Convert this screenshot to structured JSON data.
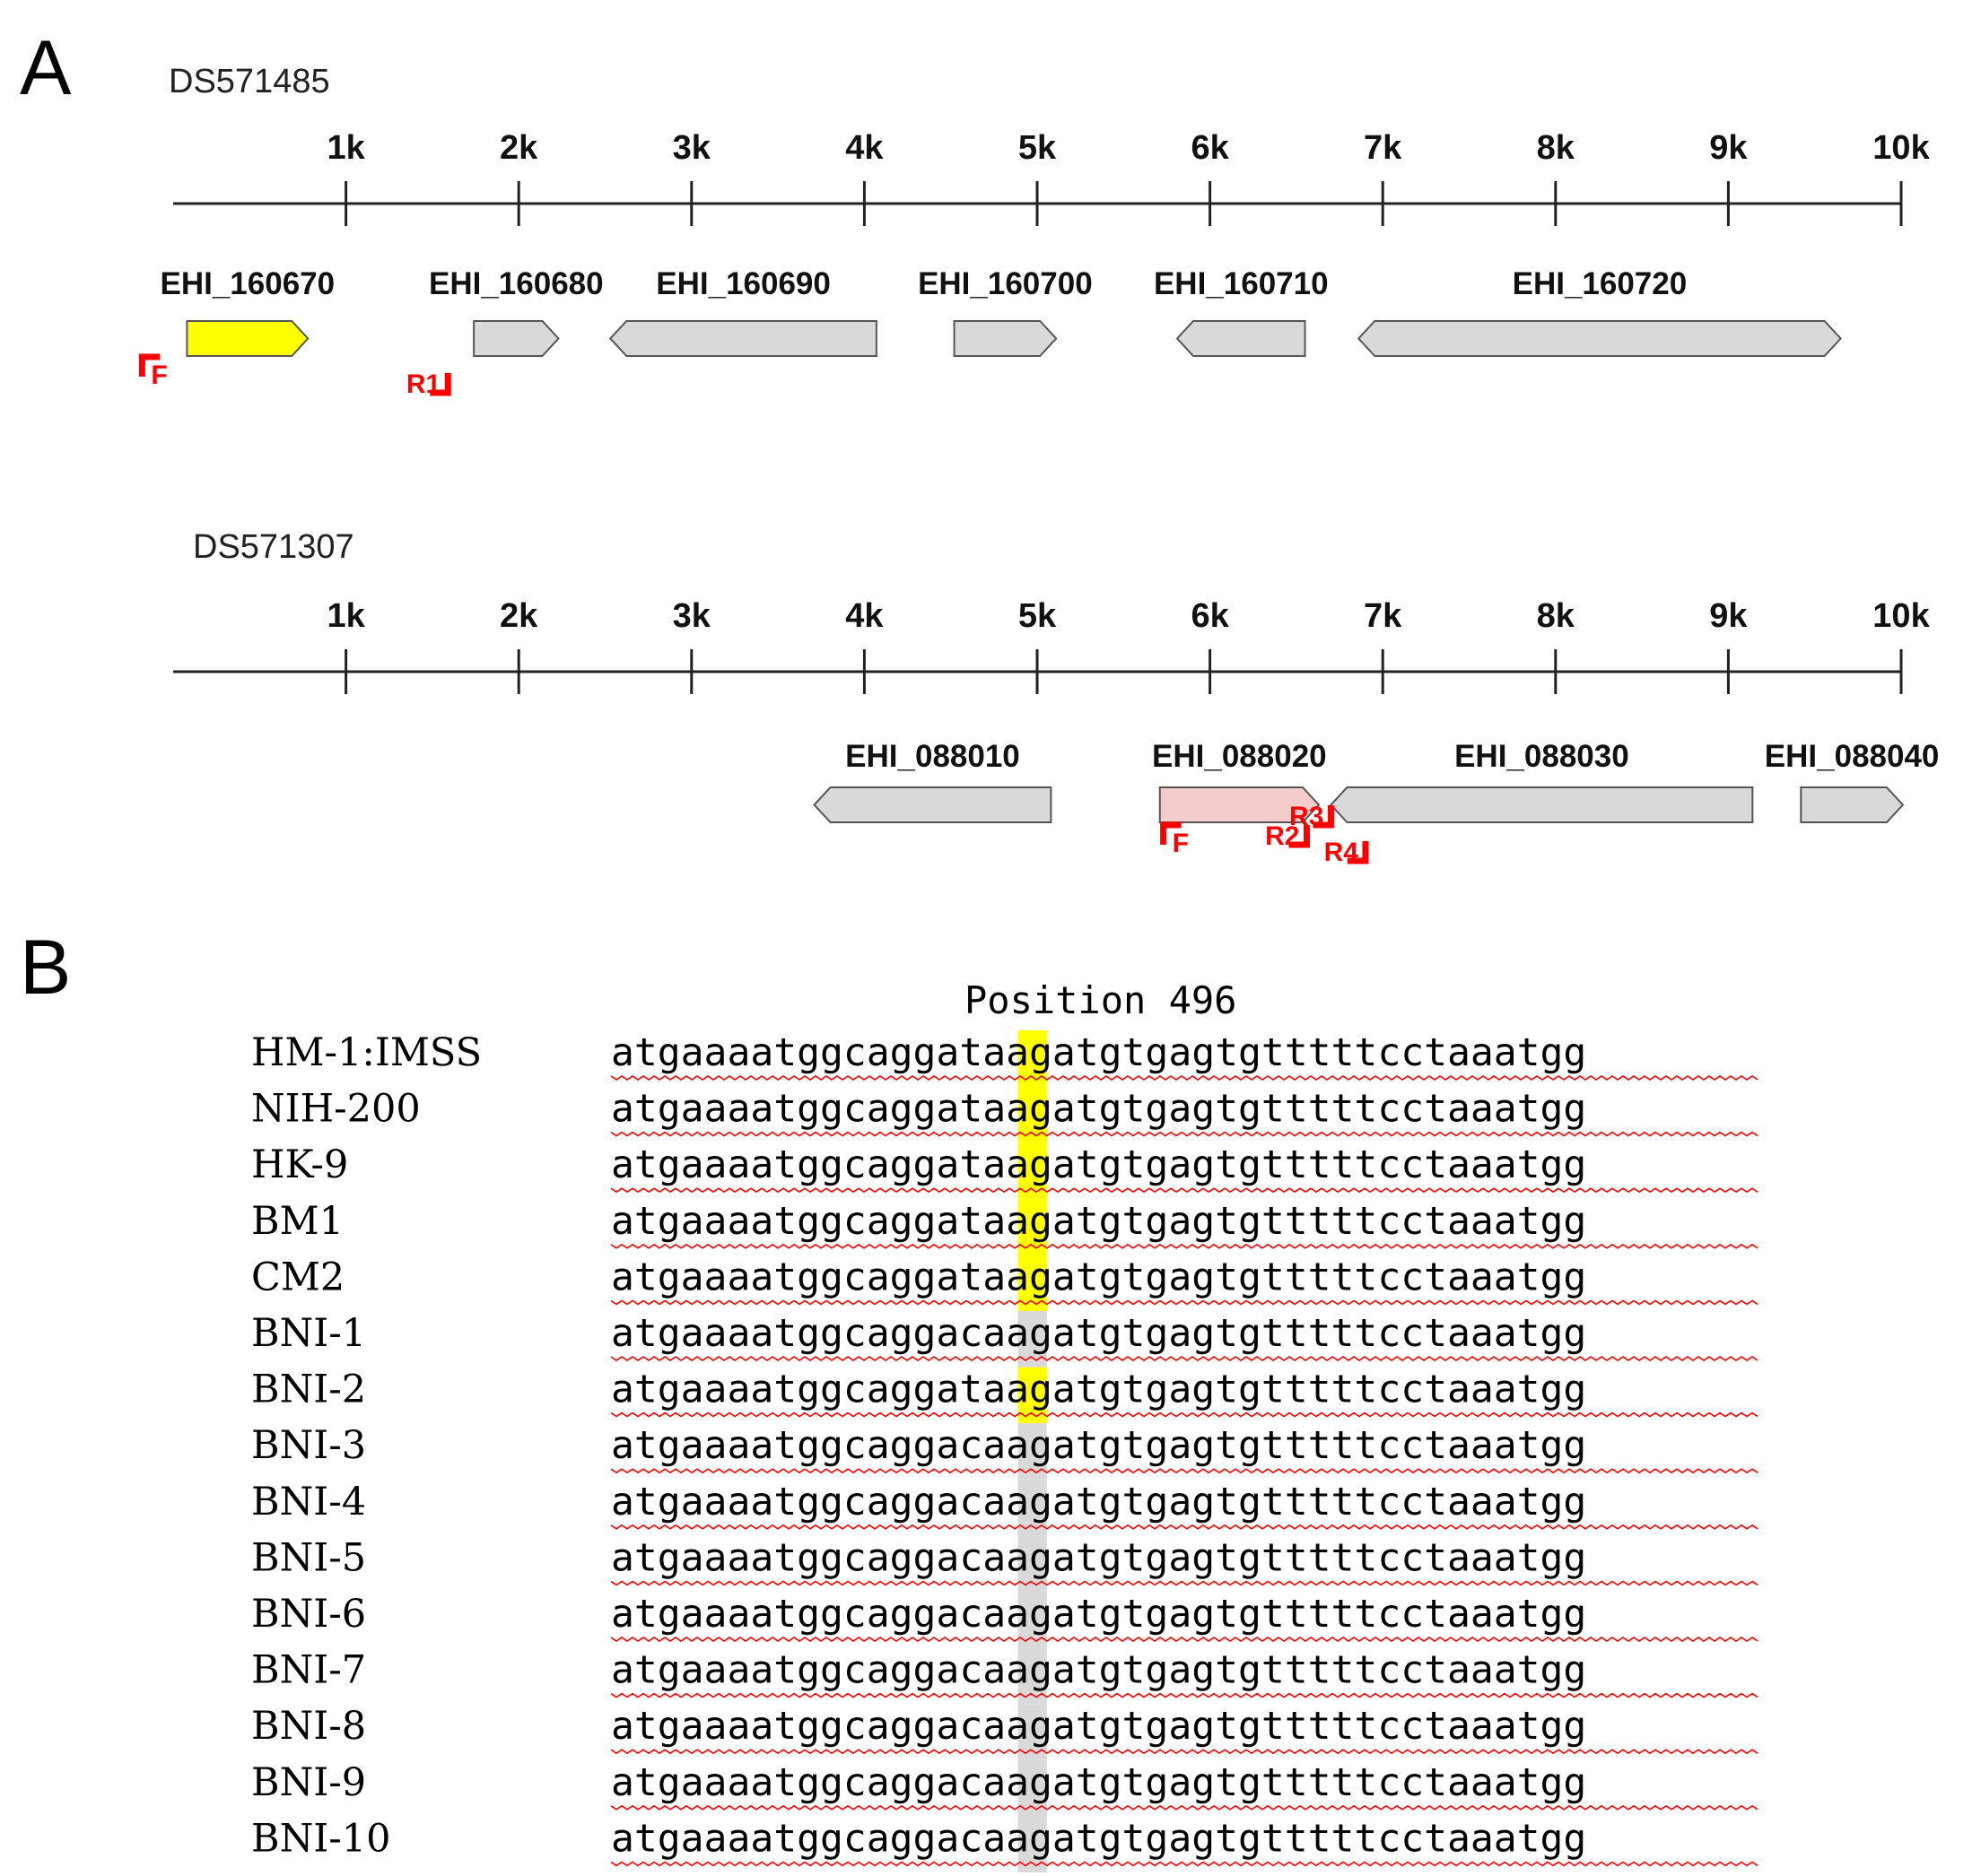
{
  "panel_a": {
    "letter": "A",
    "tracks": [
      {
        "name": "DS571485",
        "ticks": [
          "1k",
          "2k",
          "3k",
          "4k",
          "5k",
          "6k",
          "7k",
          "8k",
          "9k",
          "10k"
        ],
        "genes": [
          {
            "id": "EHI_160670",
            "start": 80,
            "end": 780,
            "strand": "+",
            "color": "#ffff00"
          },
          {
            "id": "EHI_160680",
            "start": 1740,
            "end": 2230,
            "strand": "+",
            "color": "#d9d9d9"
          },
          {
            "id": "EHI_160690",
            "start": 2530,
            "end": 4070,
            "strand": "-",
            "color": "#d9d9d9"
          },
          {
            "id": "EHI_160700",
            "start": 4520,
            "end": 5110,
            "strand": "+",
            "color": "#d9d9d9"
          },
          {
            "id": "EHI_160710",
            "start": 5810,
            "end": 6550,
            "strand": "-",
            "color": "#d9d9d9"
          },
          {
            "id": "EHI_160720",
            "start": 6860,
            "end": 9650,
            "strand": "-",
            "color": "#d9d9d9",
            "shape": "double"
          }
        ],
        "primers": [
          {
            "label": "F",
            "direction": "forward",
            "pos": -180
          },
          {
            "label": "R1",
            "direction": "reverse",
            "pos": 1590
          }
        ]
      },
      {
        "name": "DS571307",
        "ticks": [
          "1k",
          "2k",
          "3k",
          "4k",
          "5k",
          "6k",
          "7k",
          "8k",
          "9k",
          "10k"
        ],
        "genes": [
          {
            "id": "EHI_088010",
            "start": 3710,
            "end": 5080,
            "strand": "-",
            "color": "#d9d9d9"
          },
          {
            "id": "EHI_088020",
            "start": 5710,
            "end": 6630,
            "strand": "+",
            "color": "#f4cccc"
          },
          {
            "id": "EHI_088030",
            "start": 6700,
            "end": 9140,
            "strand": "-",
            "color": "#d9d9d9"
          },
          {
            "id": "EHI_088040",
            "start": 9420,
            "end": 10010,
            "strand": "+",
            "color": "#d9d9d9"
          }
        ],
        "primers": [
          {
            "label": "F",
            "direction": "forward",
            "pos": 5730
          },
          {
            "label": "R3",
            "direction": "reverse",
            "pos": 6700
          },
          {
            "label": "R2",
            "direction": "reverse",
            "pos": 6560
          },
          {
            "label": "R4",
            "direction": "reverse",
            "pos": 6900
          }
        ]
      }
    ]
  },
  "panel_b": {
    "letter": "B",
    "position_label": "Position 496",
    "prefix": "atgaaaatggcagga",
    "suffix": "aagatgtgagtgtttttcctaaatgg",
    "rows": [
      {
        "strain": "HM-1:IMSS",
        "base": "t",
        "highlight": "#ffff00"
      },
      {
        "strain": "NIH-200",
        "base": "t",
        "highlight": "#ffff00"
      },
      {
        "strain": "HK-9",
        "base": "t",
        "highlight": "#ffff00"
      },
      {
        "strain": "BM1",
        "base": "t",
        "highlight": "#ffff00"
      },
      {
        "strain": "CM2",
        "base": "t",
        "highlight": "#ffff00"
      },
      {
        "strain": "BNI-1",
        "base": "c",
        "highlight": "#d9d9d9"
      },
      {
        "strain": "BNI-2",
        "base": "t",
        "highlight": "#ffff00"
      },
      {
        "strain": "BNI-3",
        "base": "c",
        "highlight": "#d9d9d9"
      },
      {
        "strain": "BNI-4",
        "base": "c",
        "highlight": "#d9d9d9"
      },
      {
        "strain": "BNI-5",
        "base": "c",
        "highlight": "#d9d9d9"
      },
      {
        "strain": "BNI-6",
        "base": "c",
        "highlight": "#d9d9d9"
      },
      {
        "strain": "BNI-7",
        "base": "c",
        "highlight": "#d9d9d9"
      },
      {
        "strain": "BNI-8",
        "base": "c",
        "highlight": "#d9d9d9"
      },
      {
        "strain": "BNI-9",
        "base": "c",
        "highlight": "#d9d9d9"
      },
      {
        "strain": "BNI-10",
        "base": "c",
        "highlight": "#d9d9d9"
      }
    ]
  },
  "colors": {
    "primer": "#ff0000",
    "gene_outline": "#555555",
    "squiggle": "#ff0000"
  }
}
